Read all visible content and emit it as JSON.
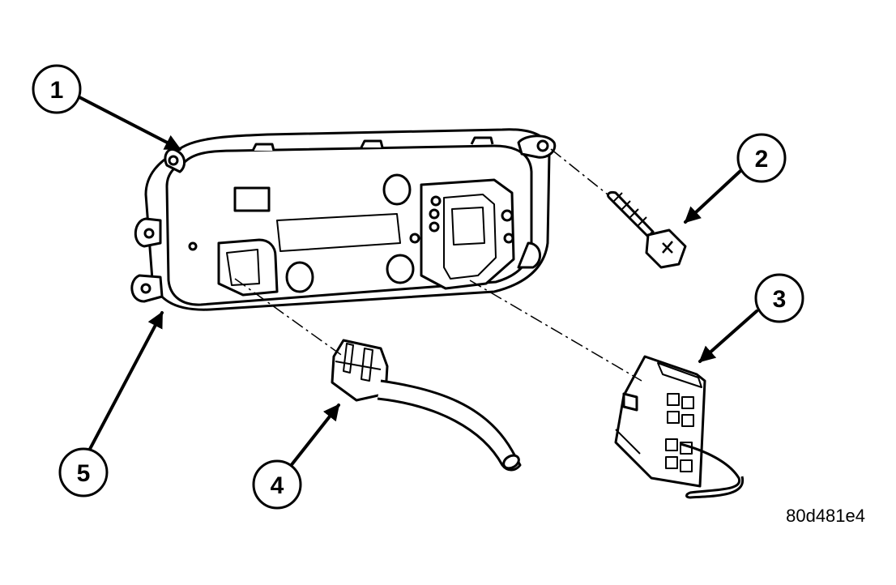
{
  "figure_code": "80d481e4",
  "callouts": [
    {
      "number": "1",
      "target": "control-module-housing"
    },
    {
      "number": "2",
      "target": "mounting-screw"
    },
    {
      "number": "3",
      "target": "connector-large"
    },
    {
      "number": "4",
      "target": "connector-small"
    },
    {
      "number": "5",
      "target": "control-module-face"
    }
  ],
  "colors": {
    "ink": "#000000",
    "paper": "#ffffff"
  }
}
